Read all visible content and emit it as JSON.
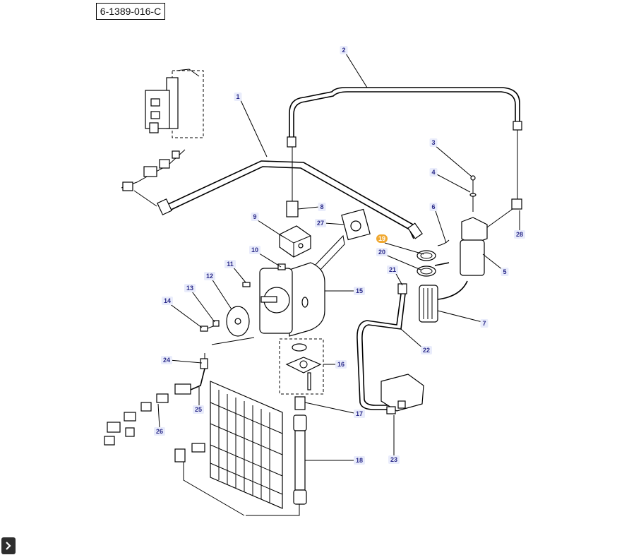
{
  "diagram": {
    "reference_code": "6-1389-016-C",
    "callouts": [
      {
        "id": "1",
        "label": "1"
      },
      {
        "id": "2",
        "label": "2"
      },
      {
        "id": "3",
        "label": "3"
      },
      {
        "id": "4",
        "label": "4"
      },
      {
        "id": "5",
        "label": "5"
      },
      {
        "id": "6",
        "label": "6"
      },
      {
        "id": "7",
        "label": "7"
      },
      {
        "id": "8",
        "label": "8"
      },
      {
        "id": "9",
        "label": "9"
      },
      {
        "id": "10",
        "label": "10"
      },
      {
        "id": "11",
        "label": "11"
      },
      {
        "id": "12",
        "label": "12"
      },
      {
        "id": "13",
        "label": "13"
      },
      {
        "id": "14",
        "label": "14"
      },
      {
        "id": "15",
        "label": "15"
      },
      {
        "id": "16",
        "label": "16"
      },
      {
        "id": "17",
        "label": "17"
      },
      {
        "id": "18",
        "label": "18"
      },
      {
        "id": "19",
        "label": "19",
        "highlighted": true
      },
      {
        "id": "20",
        "label": "20"
      },
      {
        "id": "21",
        "label": "21"
      },
      {
        "id": "22",
        "label": "22"
      },
      {
        "id": "23",
        "label": "23"
      },
      {
        "id": "24",
        "label": "24"
      },
      {
        "id": "25",
        "label": "25"
      },
      {
        "id": "26",
        "label": "26"
      },
      {
        "id": "27",
        "label": "27"
      },
      {
        "id": "28",
        "label": "28"
      }
    ],
    "colors": {
      "callout_text": "#2a2a8a",
      "callout_bg": "#e9ecfb",
      "highlight": "#f0a830",
      "line": "#000000"
    }
  },
  "controls": {
    "expand_icon": "chevron-right-icon"
  }
}
